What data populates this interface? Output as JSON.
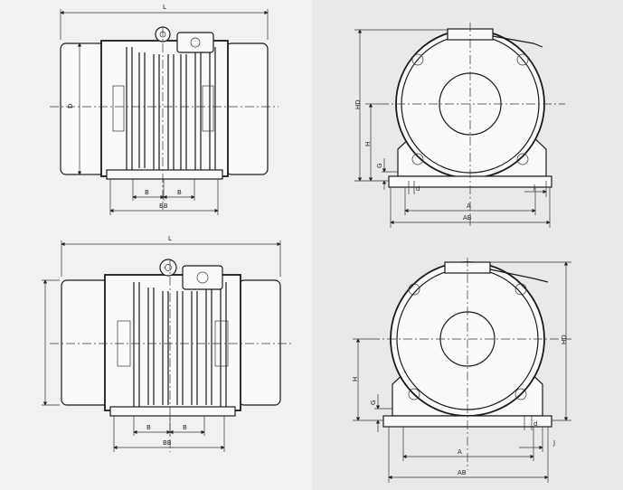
{
  "labels": {
    "L": "L",
    "D": "D",
    "B": "B",
    "BB": "BB",
    "HD": "HD",
    "H": "H",
    "G": "G",
    "d": "d",
    "J": "J",
    "A": "A",
    "AB": "AB"
  }
}
